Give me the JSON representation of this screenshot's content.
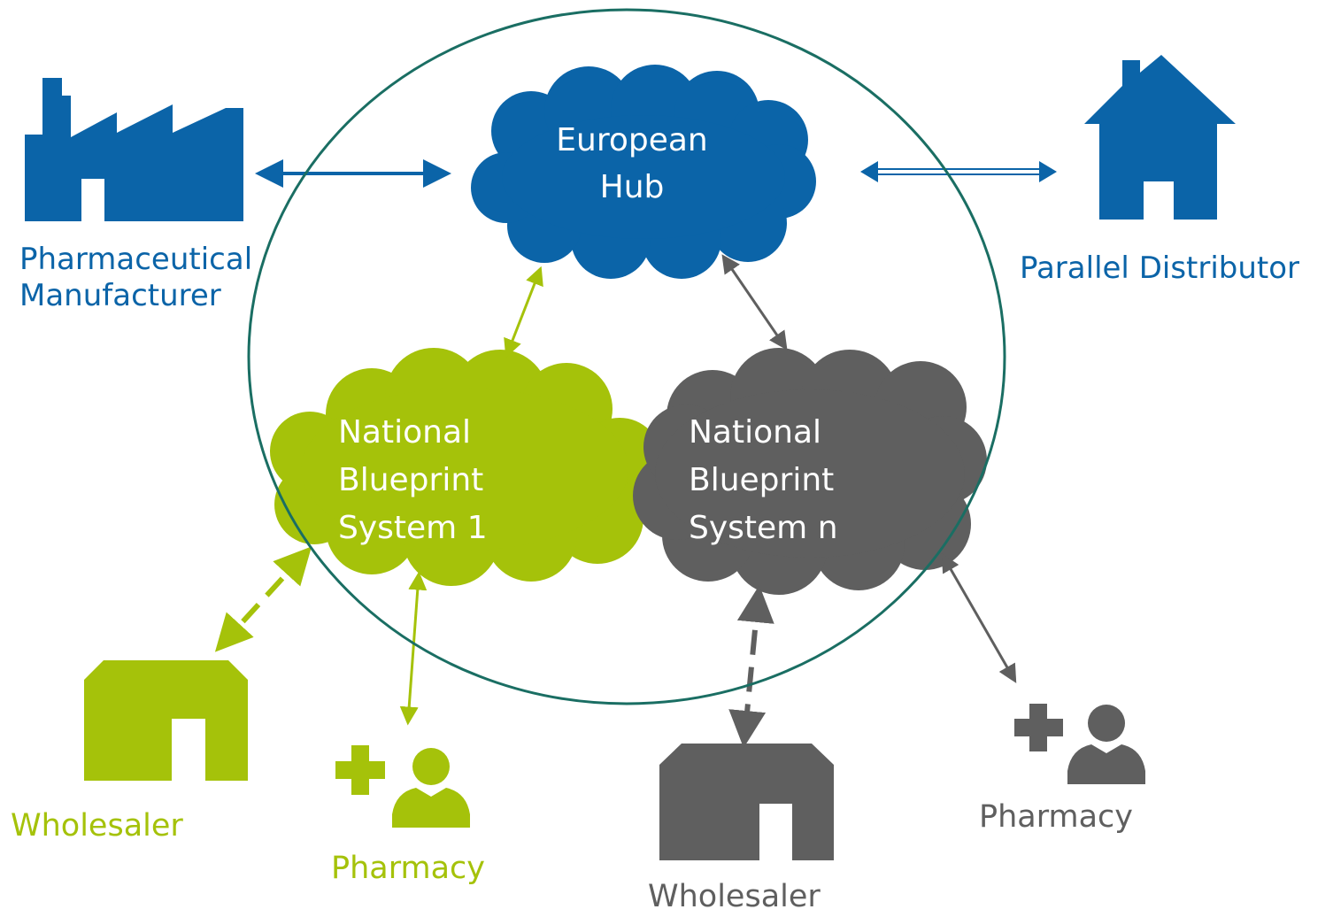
{
  "nodes": {
    "european_hub": {
      "lines": [
        "European",
        "Hub"
      ]
    },
    "nbs_1": {
      "lines": [
        "National",
        "Blueprint",
        "System 1"
      ]
    },
    "nbs_n": {
      "lines": [
        "National",
        "Blueprint",
        "System n"
      ]
    },
    "manufacturer": {
      "lines": [
        "Pharmaceutical",
        "Manufacturer"
      ]
    },
    "parallel_distributor": {
      "label": "Parallel Distributor"
    },
    "wholesaler_green": {
      "label": "Wholesaler"
    },
    "pharmacy_green": {
      "label": "Pharmacy"
    },
    "wholesaler_gray": {
      "label": "Wholesaler"
    },
    "pharmacy_gray": {
      "label": "Pharmacy"
    }
  },
  "connections": [
    {
      "from": "manufacturer",
      "to": "european_hub",
      "style": "solid",
      "direction": "both"
    },
    {
      "from": "parallel_distributor",
      "to": "european_hub",
      "style": "double-line",
      "direction": "both"
    },
    {
      "from": "european_hub",
      "to": "nbs_1",
      "style": "solid",
      "direction": "both"
    },
    {
      "from": "european_hub",
      "to": "nbs_n",
      "style": "solid",
      "direction": "both"
    },
    {
      "from": "nbs_1",
      "to": "wholesaler_green",
      "style": "dashed",
      "direction": "both"
    },
    {
      "from": "nbs_1",
      "to": "pharmacy_green",
      "style": "solid",
      "direction": "both"
    },
    {
      "from": "nbs_n",
      "to": "wholesaler_gray",
      "style": "dashed",
      "direction": "both"
    },
    {
      "from": "nbs_n",
      "to": "pharmacy_gray",
      "style": "solid",
      "direction": "both"
    }
  ],
  "colors": {
    "blue": "#0b64a8",
    "green": "#a5c20a",
    "gray": "#5f5f5f",
    "circle": "#1a6e63",
    "cloud_text": "#ffffff"
  }
}
